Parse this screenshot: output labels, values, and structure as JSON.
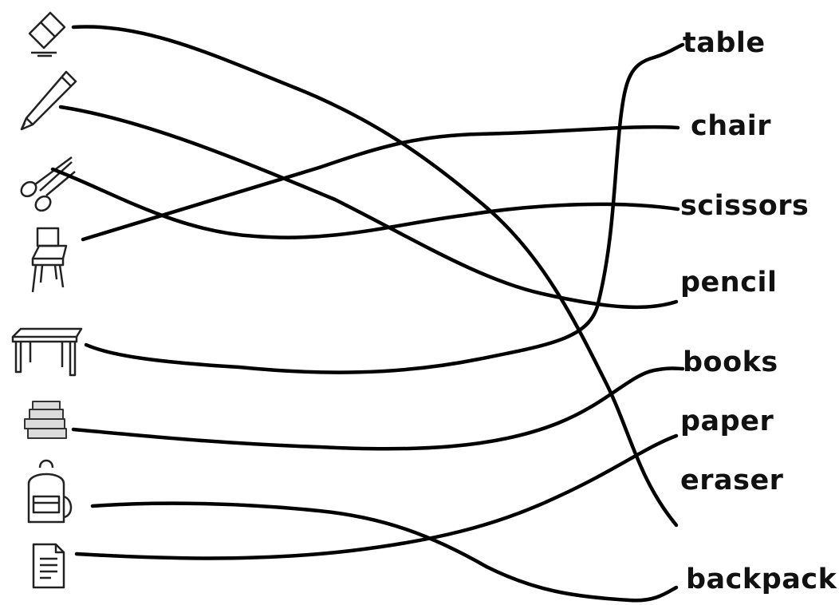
{
  "words": {
    "table": "table",
    "chair": "chair",
    "scissors": "scissors",
    "pencil": "pencil",
    "books": "books",
    "paper": "paper",
    "eraser": "eraser",
    "backpack": "backpack"
  },
  "pictures": [
    "eraser-icon",
    "pencil-icon",
    "scissors-icon",
    "chair-icon",
    "table-icon",
    "books-icon",
    "backpack-icon",
    "paper-icon"
  ],
  "connections": [
    {
      "picture": "eraser",
      "word": "eraser"
    },
    {
      "picture": "pencil",
      "word": "pencil"
    },
    {
      "picture": "scissors",
      "word": "scissors"
    },
    {
      "picture": "chair",
      "word": "chair"
    },
    {
      "picture": "table",
      "word": "table"
    },
    {
      "picture": "books",
      "word": "books"
    },
    {
      "picture": "backpack",
      "word": "backpack"
    },
    {
      "picture": "paper",
      "word": "paper"
    }
  ]
}
